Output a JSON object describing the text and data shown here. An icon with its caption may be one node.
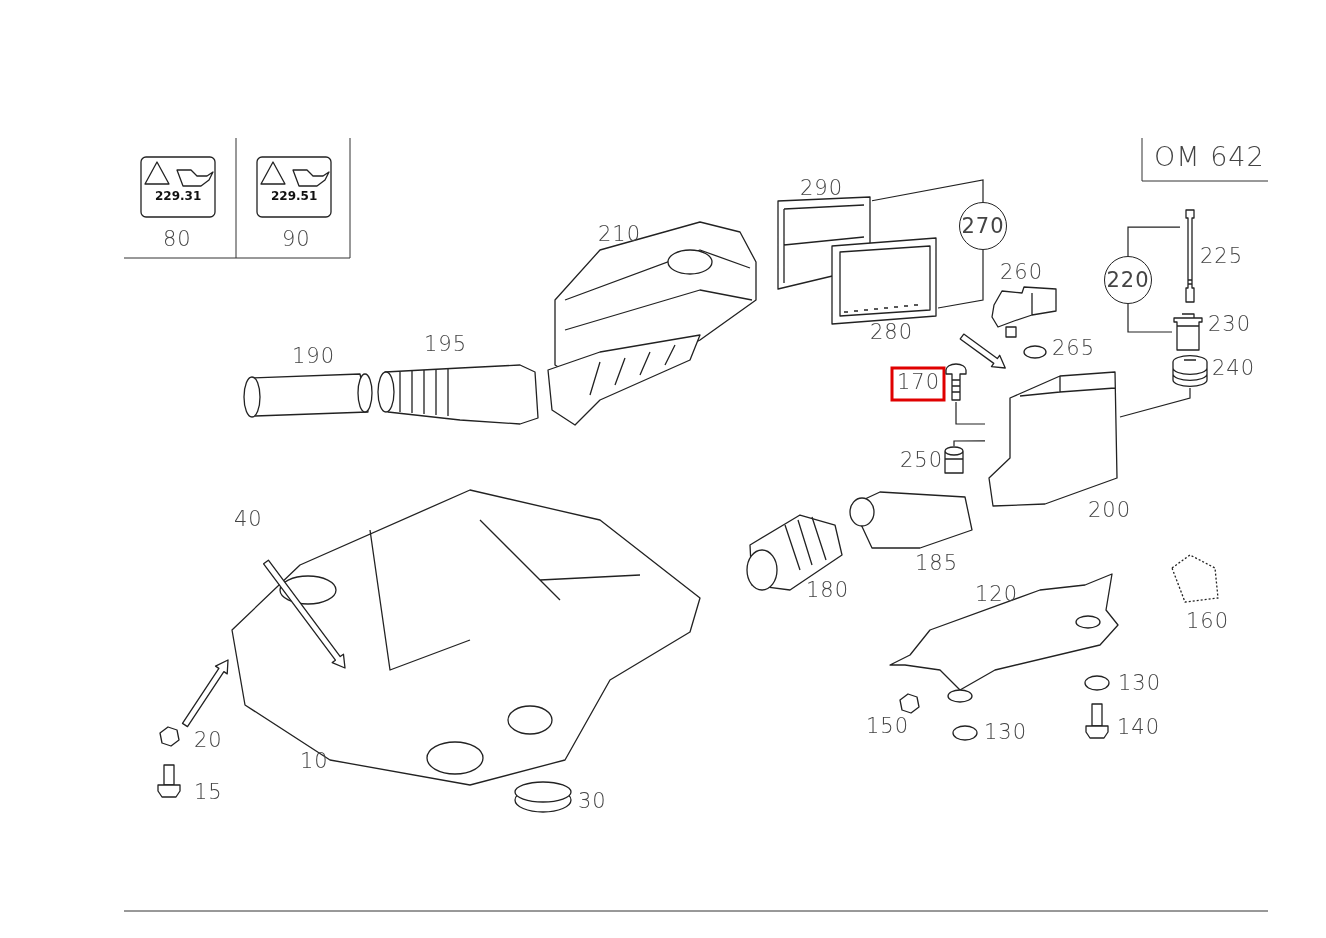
{
  "diagram": {
    "nodes": [
      {
        "text": [
          "270"
        ]
      },
      {
        "text": [],
        "shape": "picture",
        "beside": [
          "290"
        ]
      },
      {
        "text": [],
        "shape": "picture",
        "beside": [
          "280"
        ]
      },
      {
        "text": [
          "220"
        ]
      },
      {
        "text": [],
        "shape": "picture",
        "beside": [
          "225"
        ]
      },
      {
        "text": [],
        "shape": "picture",
        "beside": [
          "230"
        ]
      },
      {
        "text": [],
        "shape": "picture",
        "beside": [
          "170"
        ]
      },
      {
        "text": [],
        "shape": "picture",
        "beside": [
          "240"
        ]
      },
      {
        "text": [],
        "shape": "picture",
        "beside": [
          "250"
        ]
      },
      {
        "text": [],
        "shape": "picture",
        "beside": [
          "200"
        ]
      },
      {
        "text": [],
        "shape": "picture",
        "beside": [
          "260"
        ]
      }
    ],
    "edges": [
      {
        "from": 0,
        "to": 1,
        "arrow": "none"
      },
      {
        "from": 0,
        "to": 2,
        "arrow": "none"
      },
      {
        "from": 3,
        "to": 4,
        "arrow": "none"
      },
      {
        "from": 3,
        "to": 5,
        "arrow": "none"
      },
      {
        "from": 6,
        "to": 9,
        "arrow": "none"
      },
      {
        "from": 7,
        "to": 9,
        "arrow": "none"
      },
      {
        "from": 8,
        "to": 9,
        "arrow": "none"
      },
      {
        "from": 10,
        "to": 9,
        "arrow": "to"
      }
    ],
    "labels": [
      "OM 642",
      "229.31",
      "229.51",
      "80",
      "90",
      "210",
      "190",
      "195",
      "265",
      "40",
      "180",
      "185",
      "120",
      "160",
      "20",
      "130",
      "150",
      "130",
      "140",
      "10",
      "15",
      "30"
    ]
  }
}
